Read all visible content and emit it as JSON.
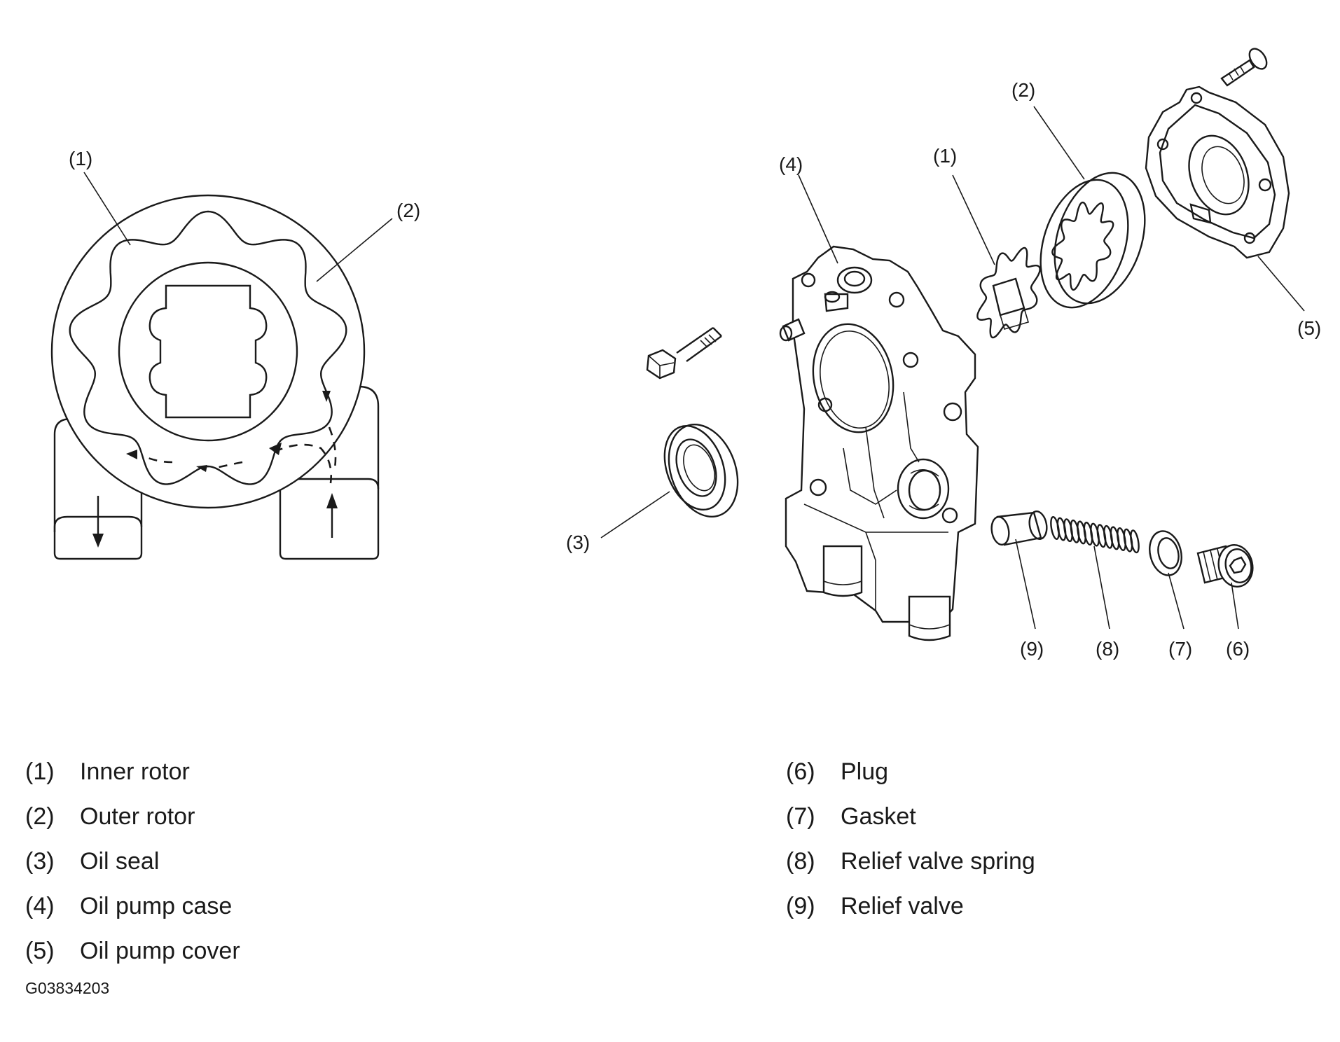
{
  "callouts": {
    "pump_flow": {
      "inner_rotor": "(1)",
      "outer_rotor": "(2)"
    },
    "exploded": {
      "oil_pump_case": "(4)",
      "inner_rotor": "(1)",
      "outer_rotor": "(2)",
      "oil_pump_cover": "(5)",
      "oil_seal": "(3)",
      "relief_valve": "(9)",
      "relief_valve_spring": "(8)",
      "gasket": "(7)",
      "plug": "(6)"
    }
  },
  "legend": {
    "left": [
      {
        "num": "(1)",
        "name": "Inner rotor"
      },
      {
        "num": "(2)",
        "name": "Outer rotor"
      },
      {
        "num": "(3)",
        "name": "Oil seal"
      },
      {
        "num": "(4)",
        "name": "Oil pump case"
      },
      {
        "num": "(5)",
        "name": "Oil pump cover"
      }
    ],
    "right": [
      {
        "num": "(6)",
        "name": "Plug"
      },
      {
        "num": "(7)",
        "name": "Gasket"
      },
      {
        "num": "(8)",
        "name": "Relief valve spring"
      },
      {
        "num": "(9)",
        "name": "Relief valve"
      }
    ]
  },
  "figure_id": "G03834203"
}
